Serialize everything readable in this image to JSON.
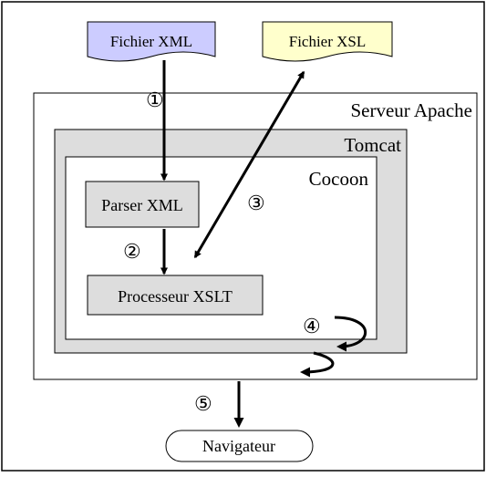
{
  "documents": {
    "xml": {
      "label": "Fichier XML",
      "fill": "#ccccff"
    },
    "xsl": {
      "label": "Fichier XSL",
      "fill": "#ffffcc"
    }
  },
  "containers": {
    "apache": {
      "label": "Serveur Apache",
      "fill": "#ffffff"
    },
    "tomcat": {
      "label": "Tomcat",
      "fill": "#dddddd"
    },
    "cocoon": {
      "label": "Cocoon",
      "fill": "#ffffff"
    }
  },
  "components": {
    "parser": {
      "label": "Parser XML",
      "fill": "#dddddd"
    },
    "processor": {
      "label": "Processeur XSLT",
      "fill": "#dddddd"
    },
    "navigator": {
      "label": "Navigateur",
      "fill": "#ffffff"
    }
  },
  "steps": [
    "①",
    "②",
    "③",
    "④",
    "⑤"
  ]
}
